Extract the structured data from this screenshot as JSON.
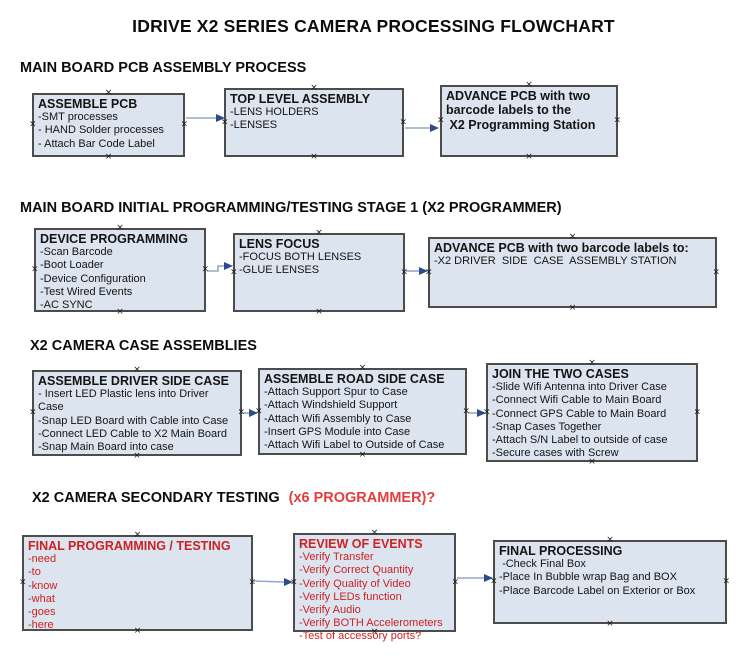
{
  "title": "IDRIVE X2  SERIES CAMERA PROCESSING FLOWCHART",
  "icons": {
    "anchor_marker": "×"
  },
  "colors": {
    "box_fill": "#dce4f0",
    "box_border": "#4c4c4c",
    "connector_line": "#96a5c6",
    "arrowhead": "#2d4a8a",
    "red_text": "#cc2222",
    "header_red": "#e43d3d"
  },
  "sections": [
    {
      "header": "MAIN BOARD PCB ASSEMBLY PROCESS",
      "boxes": [
        {
          "title": "ASSEMBLE PCB",
          "items": [
            "-SMT processes",
            "- HAND Solder processes",
            "- Attach Bar Code Label"
          ]
        },
        {
          "title": "TOP LEVEL ASSEMBLY",
          "items": [
            "-LENS HOLDERS",
            "-LENSES"
          ]
        },
        {
          "title": "ADVANCE PCB with two barcode labels to the\n X2 Programming Station",
          "items": []
        }
      ]
    },
    {
      "header": "MAIN BOARD INITIAL PROGRAMMING/TESTING STAGE 1 (X2 PROGRAMMER)",
      "boxes": [
        {
          "title": "DEVICE PROGRAMMING",
          "items": [
            "-Scan Barcode",
            "-Boot Loader",
            "-Device Configuration",
            "-Test Wired Events",
            "-AC SYNC"
          ]
        },
        {
          "title": "LENS FOCUS",
          "items": [
            "-FOCUS BOTH LENSES",
            "-GLUE LENSES"
          ]
        },
        {
          "title": "ADVANCE PCB with two barcode labels to:",
          "items": [
            "-X2 DRIVER  SIDE  CASE  ASSEMBLY STATION"
          ]
        }
      ]
    },
    {
      "header": "X2 CAMERA CASE ASSEMBLIES",
      "boxes": [
        {
          "title": "ASSEMBLE DRIVER SIDE CASE",
          "items": [
            "- Insert LED Plastic lens into Driver Case",
            "-Snap LED Board with Cable into Case",
            "-Connect LED Cable to X2 Main Board",
            "-Snap Main Board into case"
          ]
        },
        {
          "title": "ASSEMBLE ROAD SIDE CASE",
          "items": [
            "-Attach Support Spur to Case",
            "-Attach Windshield Support",
            "-Attach Wifi Assembly to Case",
            "-Insert GPS Module into Case",
            "-Attach Wifi Label to Outside of Case"
          ]
        },
        {
          "title": "JOIN THE TWO CASES",
          "items": [
            "-Slide Wifi Antenna into Driver Case",
            "-Connect Wifi Cable to Main Board",
            "-Connect GPS Cable to Main Board",
            "-Snap Cases Together",
            "-Attach S/N Label to outside of case",
            "-Secure cases with Screw"
          ]
        }
      ]
    },
    {
      "header": "X2 CAMERA SECONDARY TESTING",
      "header_suffix": "(x6 PROGRAMMER)?",
      "boxes": [
        {
          "title": "FINAL PROGRAMMING / TESTING",
          "items": [
            "-need",
            "-to",
            "-know",
            "-what",
            "-goes",
            "-here"
          ]
        },
        {
          "title": "REVIEW OF EVENTS",
          "items": [
            "-Verify Transfer",
            "-Verify Correct Quantity",
            "-Verify Quality of Video",
            "-Verify LEDs function",
            "-Verify Audio",
            "-Verify BOTH Accelerometers",
            "-Test of accessory ports?"
          ]
        },
        {
          "title": "FINAL PROCESSING",
          "items": [
            " -Check Final Box",
            "-Place In Bubble wrap Bag and BOX",
            "-Place Barcode Label on Exterior or Box"
          ]
        }
      ]
    }
  ]
}
